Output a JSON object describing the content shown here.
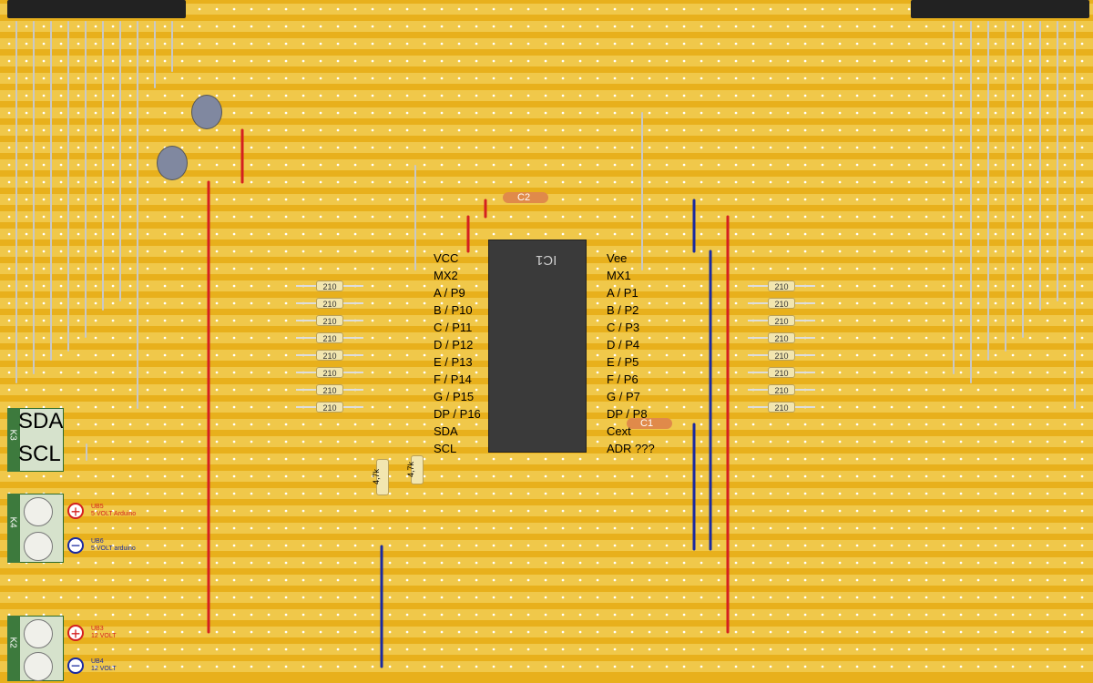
{
  "ic": {
    "ref": "IC1"
  },
  "pins_left": [
    "VCC",
    "MX2",
    "A / P9",
    "B / P10",
    "C / P11",
    "D / P12",
    "E / P13",
    "F / P14",
    "G / P15",
    "DP / P16",
    "SDA",
    "SCL"
  ],
  "pins_right": [
    "Vee",
    "MX1",
    "A / P1",
    "B / P2",
    "C / P3",
    "D / P4",
    "E / P5",
    "F / P6",
    "G / P7",
    "DP / P8",
    "Cext",
    "ADR  ???"
  ],
  "resistor_value": "210",
  "pullup_value": "4,7k",
  "caps": {
    "c2": "C2",
    "c1": "C1"
  },
  "connectors": {
    "k3": {
      "ref": "K3",
      "sda": "SDA",
      "scl": "SCL"
    },
    "k4": {
      "ref": "K4",
      "ub5": "UB5",
      "ub5_text": "5 VOLT Arduino",
      "ub6": "UB6",
      "ub6_text": "5 VOLT arduino"
    },
    "k2": {
      "ref": "K2",
      "ub3": "UB3",
      "ub3_text": "12 VOLT",
      "ub4": "UB4",
      "ub4_text": "12 VOLT"
    }
  },
  "colors": {
    "board": "#e8b01c",
    "strip": "#f0c84a",
    "red_wire": "#d42020",
    "blue_wire": "#1a2aa0",
    "grey_wire": "#c8c8c8",
    "plus": "#d42020",
    "minus": "#1a2aa0"
  }
}
